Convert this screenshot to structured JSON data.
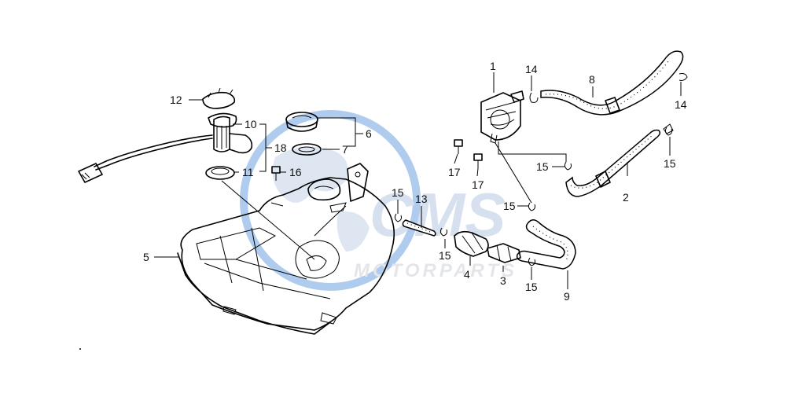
{
  "watermark": {
    "brand": "CMS",
    "tagline": "MOTORPARTS",
    "color_blue": "#1e6fd0",
    "color_grey": "#c9ccd2"
  },
  "callouts": [
    {
      "id": "c1",
      "text": "1"
    },
    {
      "id": "c2",
      "text": "2"
    },
    {
      "id": "c3",
      "text": "3"
    },
    {
      "id": "c4",
      "text": "4"
    },
    {
      "id": "c5",
      "text": "5"
    },
    {
      "id": "c6",
      "text": "6"
    },
    {
      "id": "c7",
      "text": "7"
    },
    {
      "id": "c8",
      "text": "8"
    },
    {
      "id": "c9",
      "text": "9"
    },
    {
      "id": "c10",
      "text": "10"
    },
    {
      "id": "c11",
      "text": "11"
    },
    {
      "id": "c12",
      "text": "12"
    },
    {
      "id": "c13",
      "text": "13"
    },
    {
      "id": "c14a",
      "text": "14"
    },
    {
      "id": "c14b",
      "text": "14"
    },
    {
      "id": "c15a",
      "text": "15"
    },
    {
      "id": "c15b",
      "text": "15"
    },
    {
      "id": "c15c",
      "text": "15"
    },
    {
      "id": "c15d",
      "text": "15"
    },
    {
      "id": "c15e",
      "text": "15"
    },
    {
      "id": "c15f",
      "text": "15"
    },
    {
      "id": "c16",
      "text": "16"
    },
    {
      "id": "c17a",
      "text": "17"
    },
    {
      "id": "c17b",
      "text": "17"
    },
    {
      "id": "c18",
      "text": "18"
    }
  ]
}
